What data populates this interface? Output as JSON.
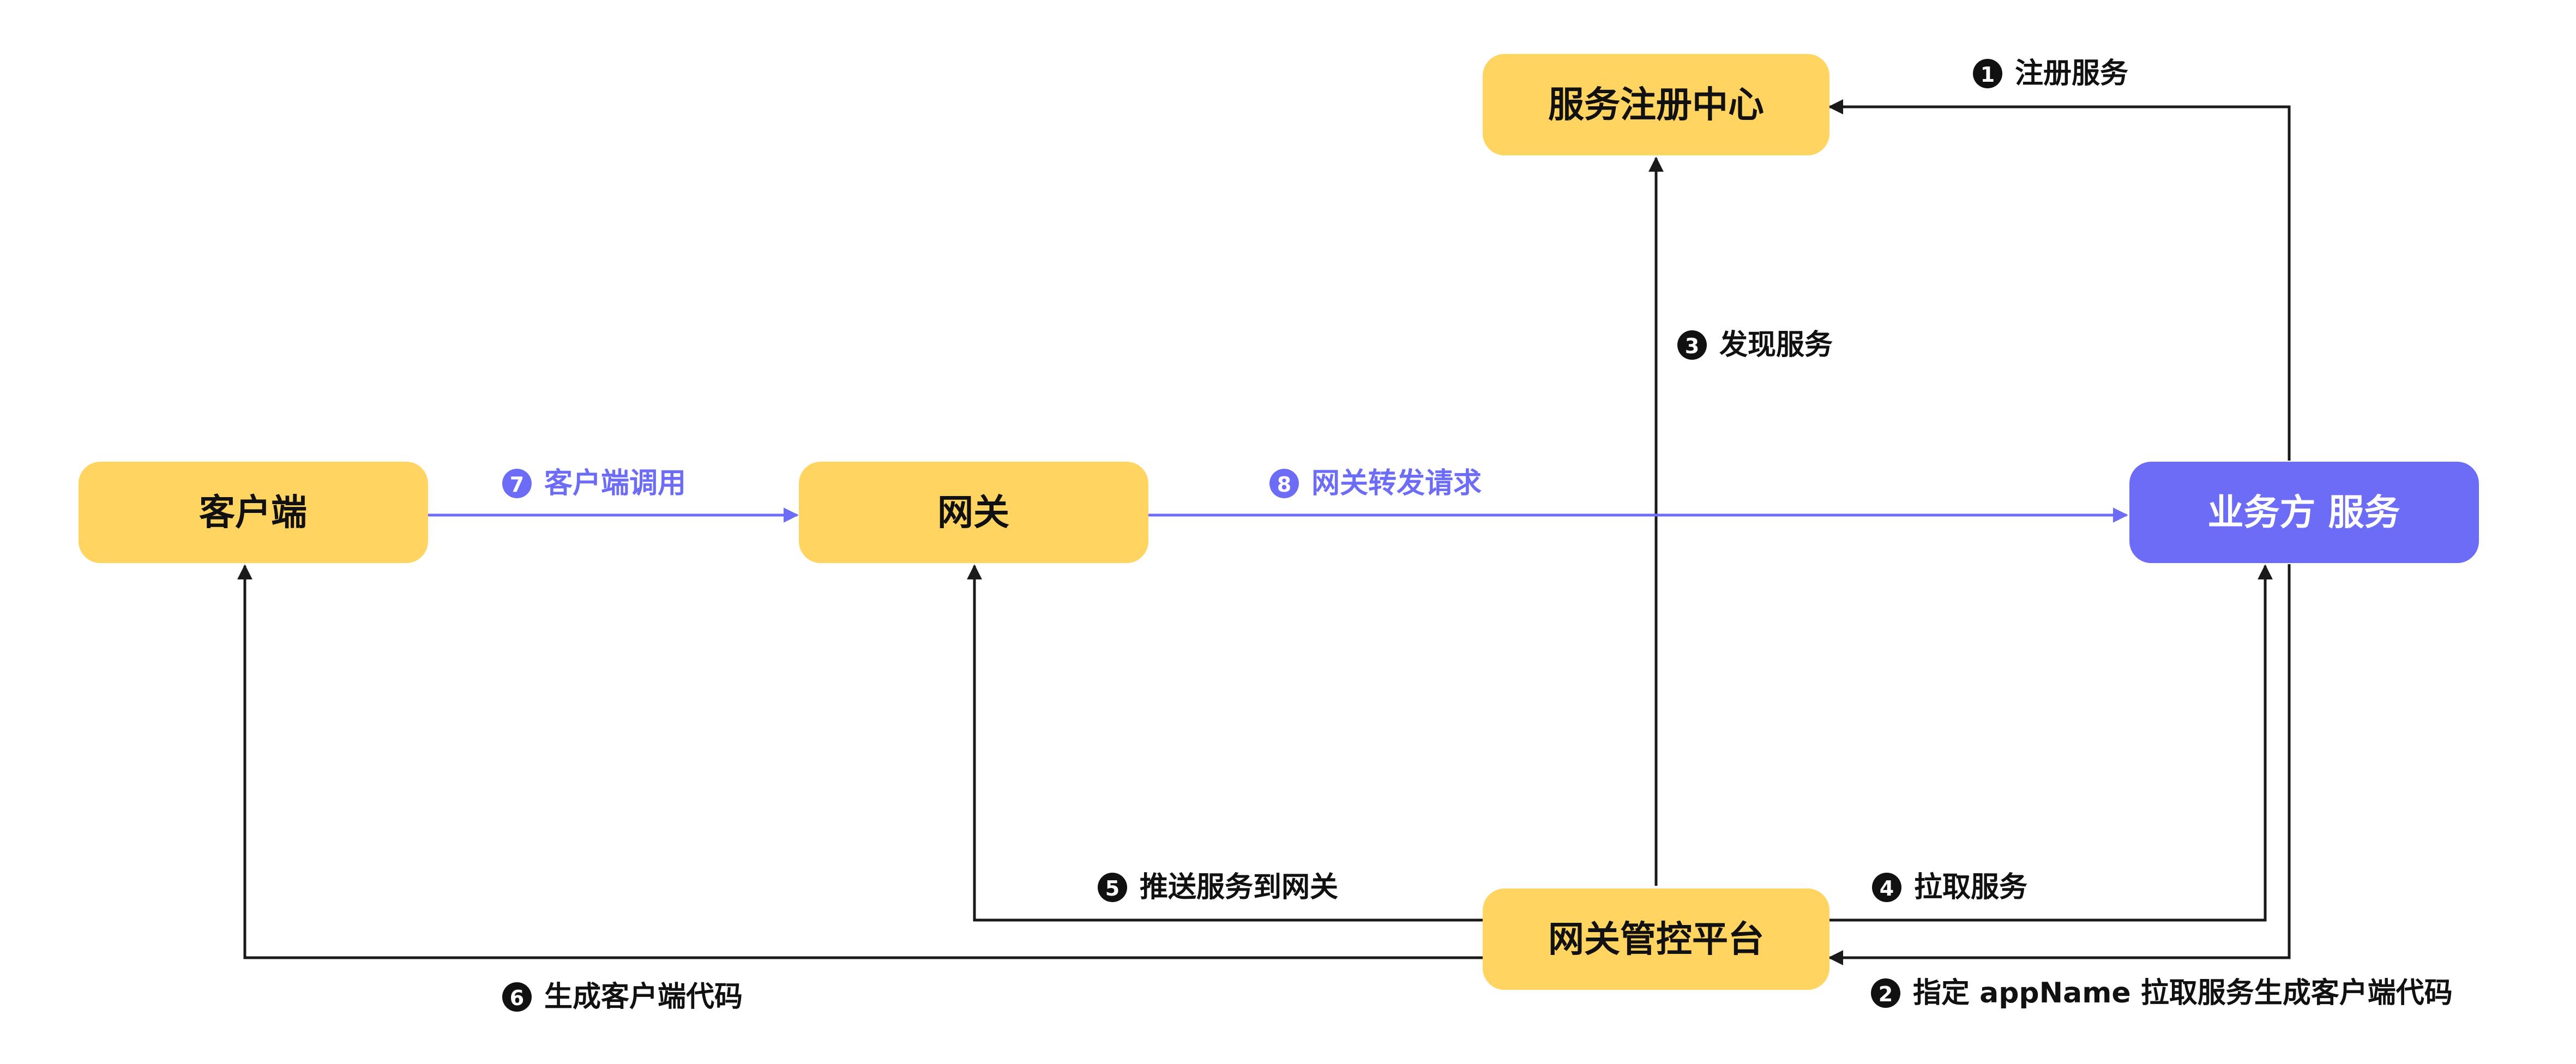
{
  "colors": {
    "node_yellow": "#FFD460",
    "node_purple": "#6C6CF7",
    "line_black": "#1a1a1a",
    "line_purple": "#6C6CF7",
    "text_dark": "#111111",
    "text_white": "#ffffff"
  },
  "nodes": {
    "registry": "服务注册中心",
    "client": "客户端",
    "gateway": "网关",
    "business": "业务方 服务",
    "platform": "网关管控平台"
  },
  "steps": {
    "s1": {
      "num": "1",
      "label": "注册服务"
    },
    "s2": {
      "num": "2",
      "label": "指定 appName 拉取服务生成客户端代码"
    },
    "s3": {
      "num": "3",
      "label": "发现服务"
    },
    "s4": {
      "num": "4",
      "label": "拉取服务"
    },
    "s5": {
      "num": "5",
      "label": "推送服务到网关"
    },
    "s6": {
      "num": "6",
      "label": "生成客户端代码"
    },
    "s7": {
      "num": "7",
      "label": "客户端调用"
    },
    "s8": {
      "num": "8",
      "label": "网关转发请求"
    }
  }
}
